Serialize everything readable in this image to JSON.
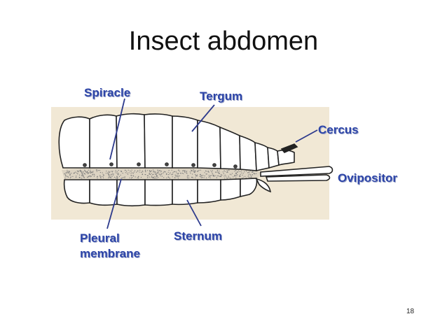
{
  "slide": {
    "title": "Insect abdomen",
    "page_number": "18"
  },
  "labels": {
    "spiracle": "Spiracle",
    "tergum": "Tergum",
    "cercus": "Cercus",
    "ovipositor": "Ovipositor",
    "pleural_line1": "Pleural",
    "pleural_line2": "membrane",
    "sternum": "Sternum"
  },
  "colors": {
    "label_text": "#2d45a8",
    "leader_line": "#2d3a8c",
    "figure_background": "#f1e8d5",
    "outline": "#222222"
  }
}
